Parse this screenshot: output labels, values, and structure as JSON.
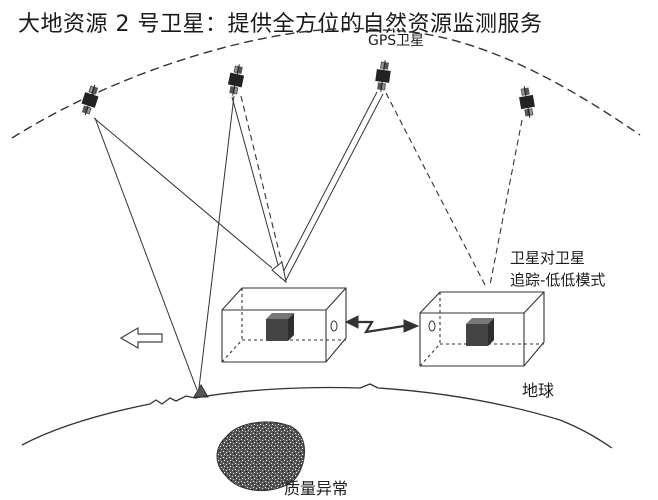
{
  "title": "大地资源 2 号卫星：提供全方位的自然资源监测服务",
  "labels": {
    "gps": "GPS卫星",
    "mode_line1": "卫星对卫星",
    "mode_line2": "追踪-低低模式",
    "earth": "地球",
    "anomaly": "质量异常"
  },
  "icons": [
    "satellite-icon",
    "cube-icon",
    "left-arrow-icon",
    "lightning-link-icon",
    "ground-station-icon"
  ],
  "colors": {
    "line": "#333333",
    "cube_front": "#444444",
    "cube_top": "#777777",
    "cube_side": "#2e2e2e",
    "anomaly": "#333333"
  }
}
